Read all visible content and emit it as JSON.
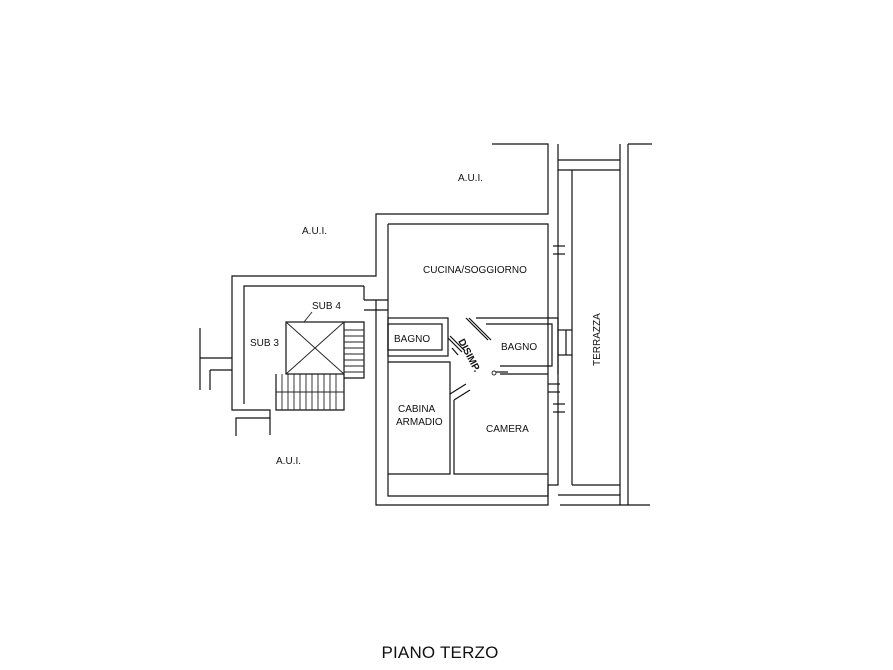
{
  "labels": {
    "aui_top": "A.U.I.",
    "aui_left": "A.U.I.",
    "aui_bottom": "A.U.I.",
    "sub4": "SUB 4",
    "sub3": "SUB 3",
    "cucina": "CUCINA/SOGGIORNO",
    "bagno1": "BAGNO",
    "bagno2": "BAGNO",
    "disimp": "DISIMP.",
    "cabina_line1": "CABINA",
    "cabina_line2": "ARMADIO",
    "camera": "CAMERA",
    "terrazza": "TERRAZZA"
  },
  "title": "PIANO TERZO"
}
